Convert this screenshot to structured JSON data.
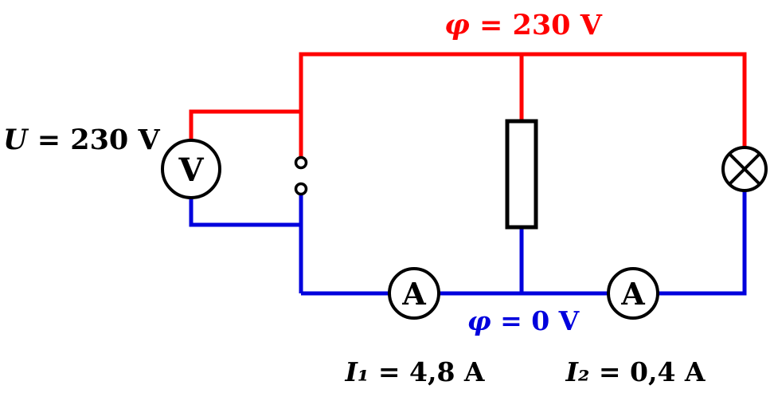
{
  "diagram": {
    "type": "circuit-schematic",
    "colors": {
      "hot_wire": "#ff0000",
      "neutral_wire": "#0000dd",
      "component": "#000000",
      "background": "#ffffff"
    },
    "labels": {
      "top_potential": {
        "symbol": "φ",
        "value": " = 230 V"
      },
      "source_voltage": {
        "symbol": "U",
        "value": " = 230 V"
      },
      "bottom_potential": {
        "symbol": "φ",
        "value": " = 0 V"
      },
      "current_1": {
        "symbol": "I₁",
        "value": " = 4,8 A"
      },
      "current_2": {
        "symbol": "I₂",
        "value": " = 0,4 A"
      }
    },
    "components": {
      "voltmeter_letter": "V",
      "ammeter_1_letter": "A",
      "ammeter_2_letter": "A"
    }
  }
}
